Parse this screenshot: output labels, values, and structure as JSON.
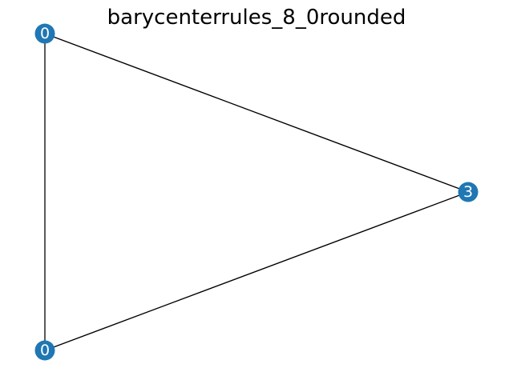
{
  "title": "barycenterrules_8_0rounded",
  "node_color": "#1f77b4",
  "edge_color": "#000000",
  "graph": {
    "nodes": [
      {
        "id": "n-top-left",
        "label": "0"
      },
      {
        "id": "n-right",
        "label": "3"
      },
      {
        "id": "n-bottom-left",
        "label": "0"
      }
    ],
    "edges": [
      {
        "source": "n-top-left",
        "target": "n-right"
      },
      {
        "source": "n-top-left",
        "target": "n-bottom-left"
      },
      {
        "source": "n-bottom-left",
        "target": "n-right"
      }
    ]
  }
}
